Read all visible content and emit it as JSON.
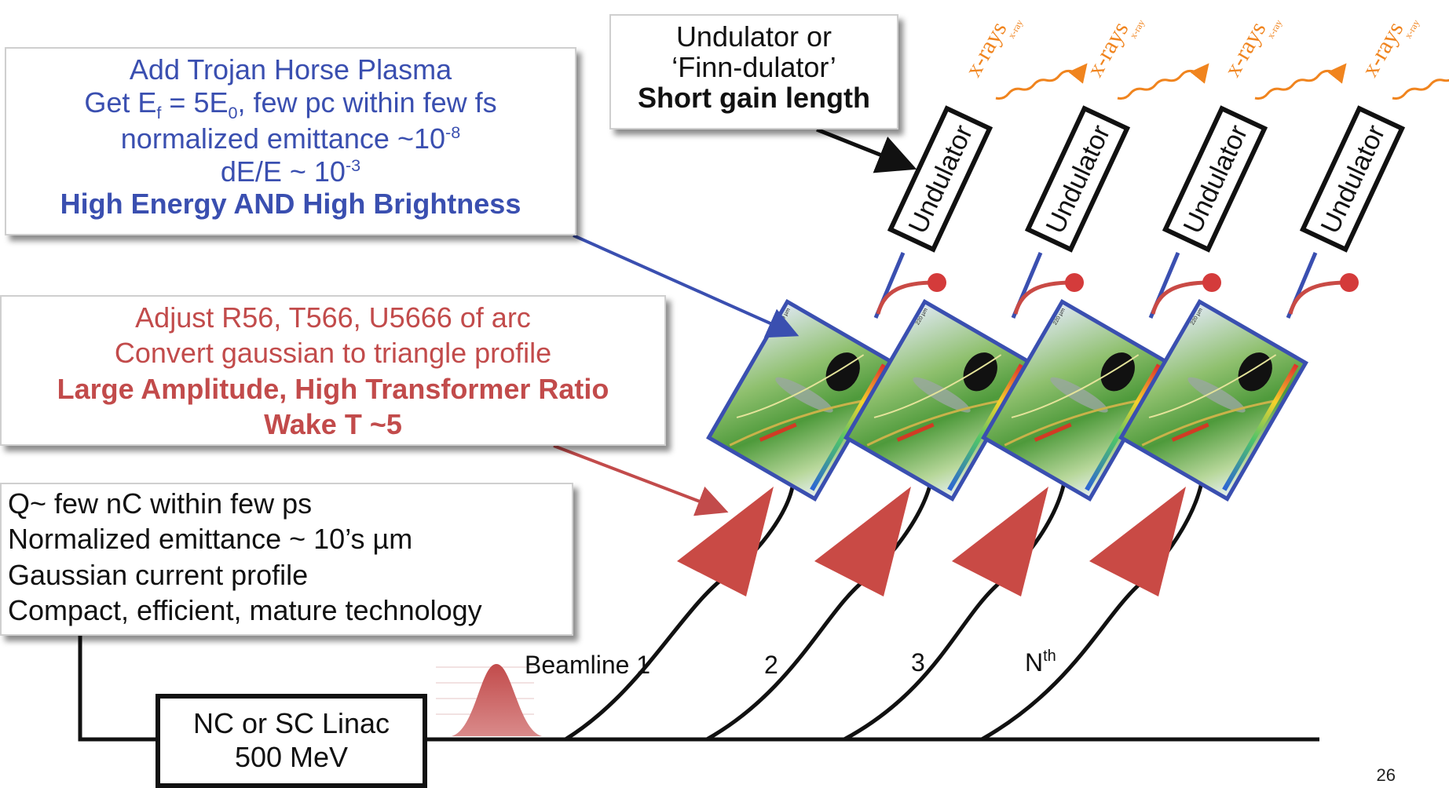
{
  "boxes": {
    "trojan": {
      "line1": "Add Trojan Horse Plasma",
      "line2_pre": "Get E",
      "line2_sub1": "f",
      "line2_mid": " = 5E",
      "line2_sub2": "0",
      "line2_post": ", few pc within few fs",
      "line3_pre": "normalized emittance ~10",
      "line3_sup": "-8",
      "line4_pre": "dE/E ~ 10",
      "line4_sup": "-3",
      "line5": "High Energy AND High Brightness"
    },
    "adjust": {
      "line1": "Adjust R56, T566, U5666 of arc",
      "line2": "Convert gaussian to triangle profile",
      "line3": "Large Amplitude, High Transformer Ratio",
      "line4": "Wake T ~5"
    },
    "beam": {
      "line1": "Q~ few nC within few ps",
      "line2": "Normalized emittance ~ 10’s µm",
      "line3": "Gaussian current profile",
      "line4": "Compact, efficient, mature technology"
    },
    "undulator": {
      "line1": "Undulator or",
      "line2": "‘Finn-dulator’",
      "line3": "Short gain length"
    },
    "linac": {
      "line1": "NC or SC Linac",
      "line2": "500 MeV"
    }
  },
  "beamlines": [
    {
      "label": "Beamline 1",
      "undulator": "Undulator",
      "xray": "x-rays",
      "xray_small": "x-ray"
    },
    {
      "label": "2",
      "undulator": "Undulator",
      "xray": "x-rays",
      "xray_small": "x-ray"
    },
    {
      "label": "3",
      "undulator": "Undulator",
      "xray": "x-rays",
      "xray_small": "x-ray"
    },
    {
      "label": "N",
      "label_sup": "th",
      "undulator": "Undulator",
      "xray": "x-rays",
      "xray_small": "x-ray"
    }
  ],
  "slide_number": "26",
  "colors": {
    "blue": "#3a4fb0",
    "red": "#c24b4b",
    "orange": "#f0841e",
    "black": "#111111"
  }
}
